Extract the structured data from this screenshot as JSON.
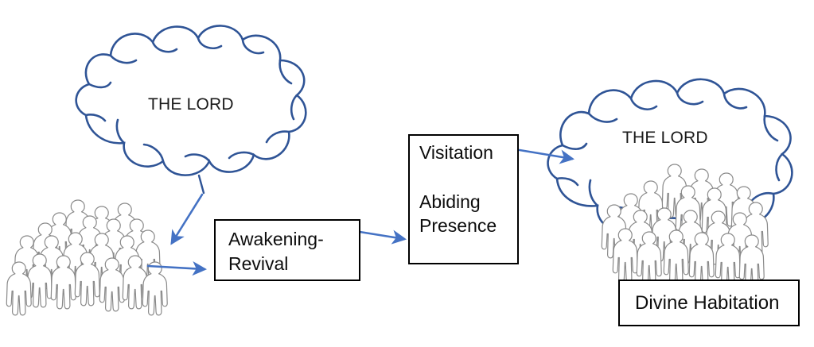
{
  "diagram": {
    "title": "Awakening to Divine Habitation flow diagram",
    "colors": {
      "cloud_outline": "#2F5496",
      "crowd_outline": "#808080",
      "arrow": "#4472C4",
      "box_border": "#000000",
      "text": "#0D0D0D",
      "background": "#FFFFFF"
    },
    "clouds": [
      {
        "id": "cloud-left",
        "label": "THE LORD"
      },
      {
        "id": "cloud-right",
        "label": "THE LORD"
      }
    ],
    "boxes": [
      {
        "id": "awakening-revival-box",
        "label": "Awakening-\nRevival"
      },
      {
        "id": "visitation-abiding-presence-box",
        "label": "Visitation\n\nAbiding\nPresence"
      },
      {
        "id": "divine-habitation-box",
        "label": "Divine Habitation"
      }
    ],
    "crowds": [
      {
        "id": "crowd-left",
        "name": "crowd-of-people"
      },
      {
        "id": "crowd-right",
        "name": "crowd-of-people"
      }
    ],
    "arrows": [
      {
        "id": "arrow-lord-to-people",
        "from": "cloud-left",
        "to": "crowd-left"
      },
      {
        "id": "arrow-people-to-awakening",
        "from": "crowd-left",
        "to": "awakening-revival-box"
      },
      {
        "id": "arrow-awakening-to-visitation",
        "from": "awakening-revival-box",
        "to": "visitation-abiding-presence-box"
      },
      {
        "id": "arrow-visitation-to-lord",
        "from": "visitation-abiding-presence-box",
        "to": "cloud-right"
      }
    ]
  }
}
